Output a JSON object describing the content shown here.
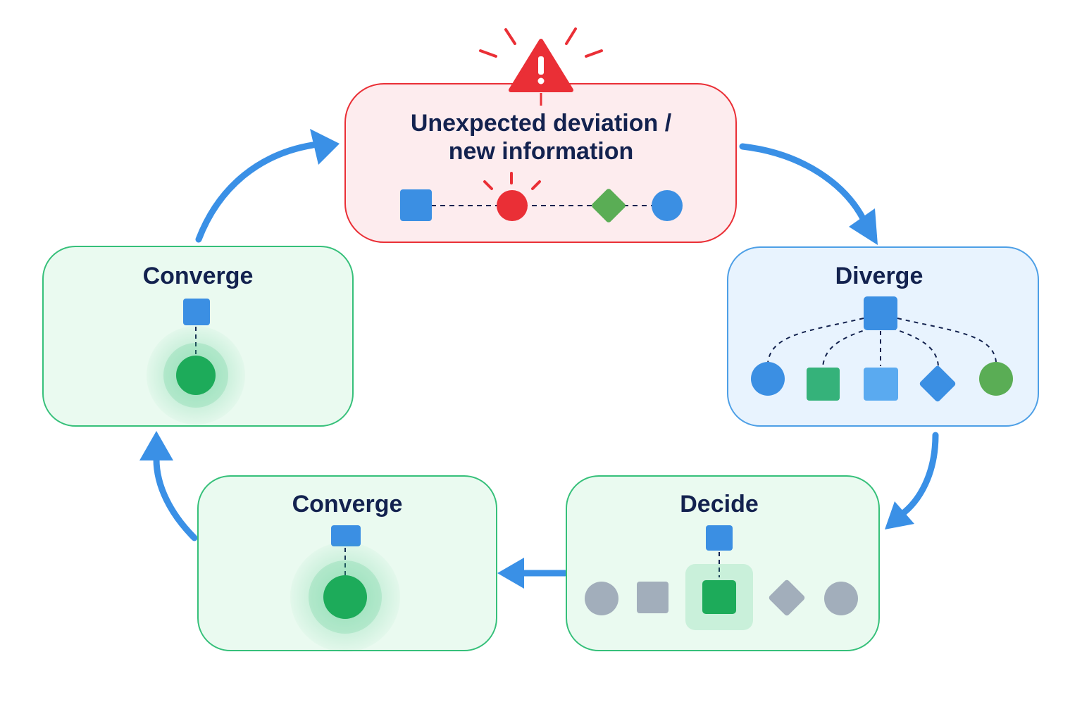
{
  "diagram": {
    "colors": {
      "arrow": "#3a90e6",
      "alert": "#ea2f36",
      "alert_fill": "#fdecee",
      "blue_fill": "#e8f3fe",
      "blue_border": "#4d9fe6",
      "green_fill": "#eafaf0",
      "green_border": "#36c07a",
      "title": "#13224f",
      "shape_blue": "#3b8fe3",
      "shape_light_blue": "#5aaaf0",
      "shape_green": "#1dab5a",
      "shape_teal": "#35b27a",
      "shape_leaf_green": "#5aad55",
      "shape_gray": "#a2aebb"
    },
    "alert_icon": "warning-triangle-icon",
    "nodes": {
      "deviation": {
        "title_line1": "Unexpected deviation /",
        "title_line2": "new information"
      },
      "diverge": {
        "title": "Diverge"
      },
      "decide": {
        "title": "Decide"
      },
      "converge_bottom": {
        "title": "Converge"
      },
      "converge_left": {
        "title": "Converge"
      }
    }
  }
}
